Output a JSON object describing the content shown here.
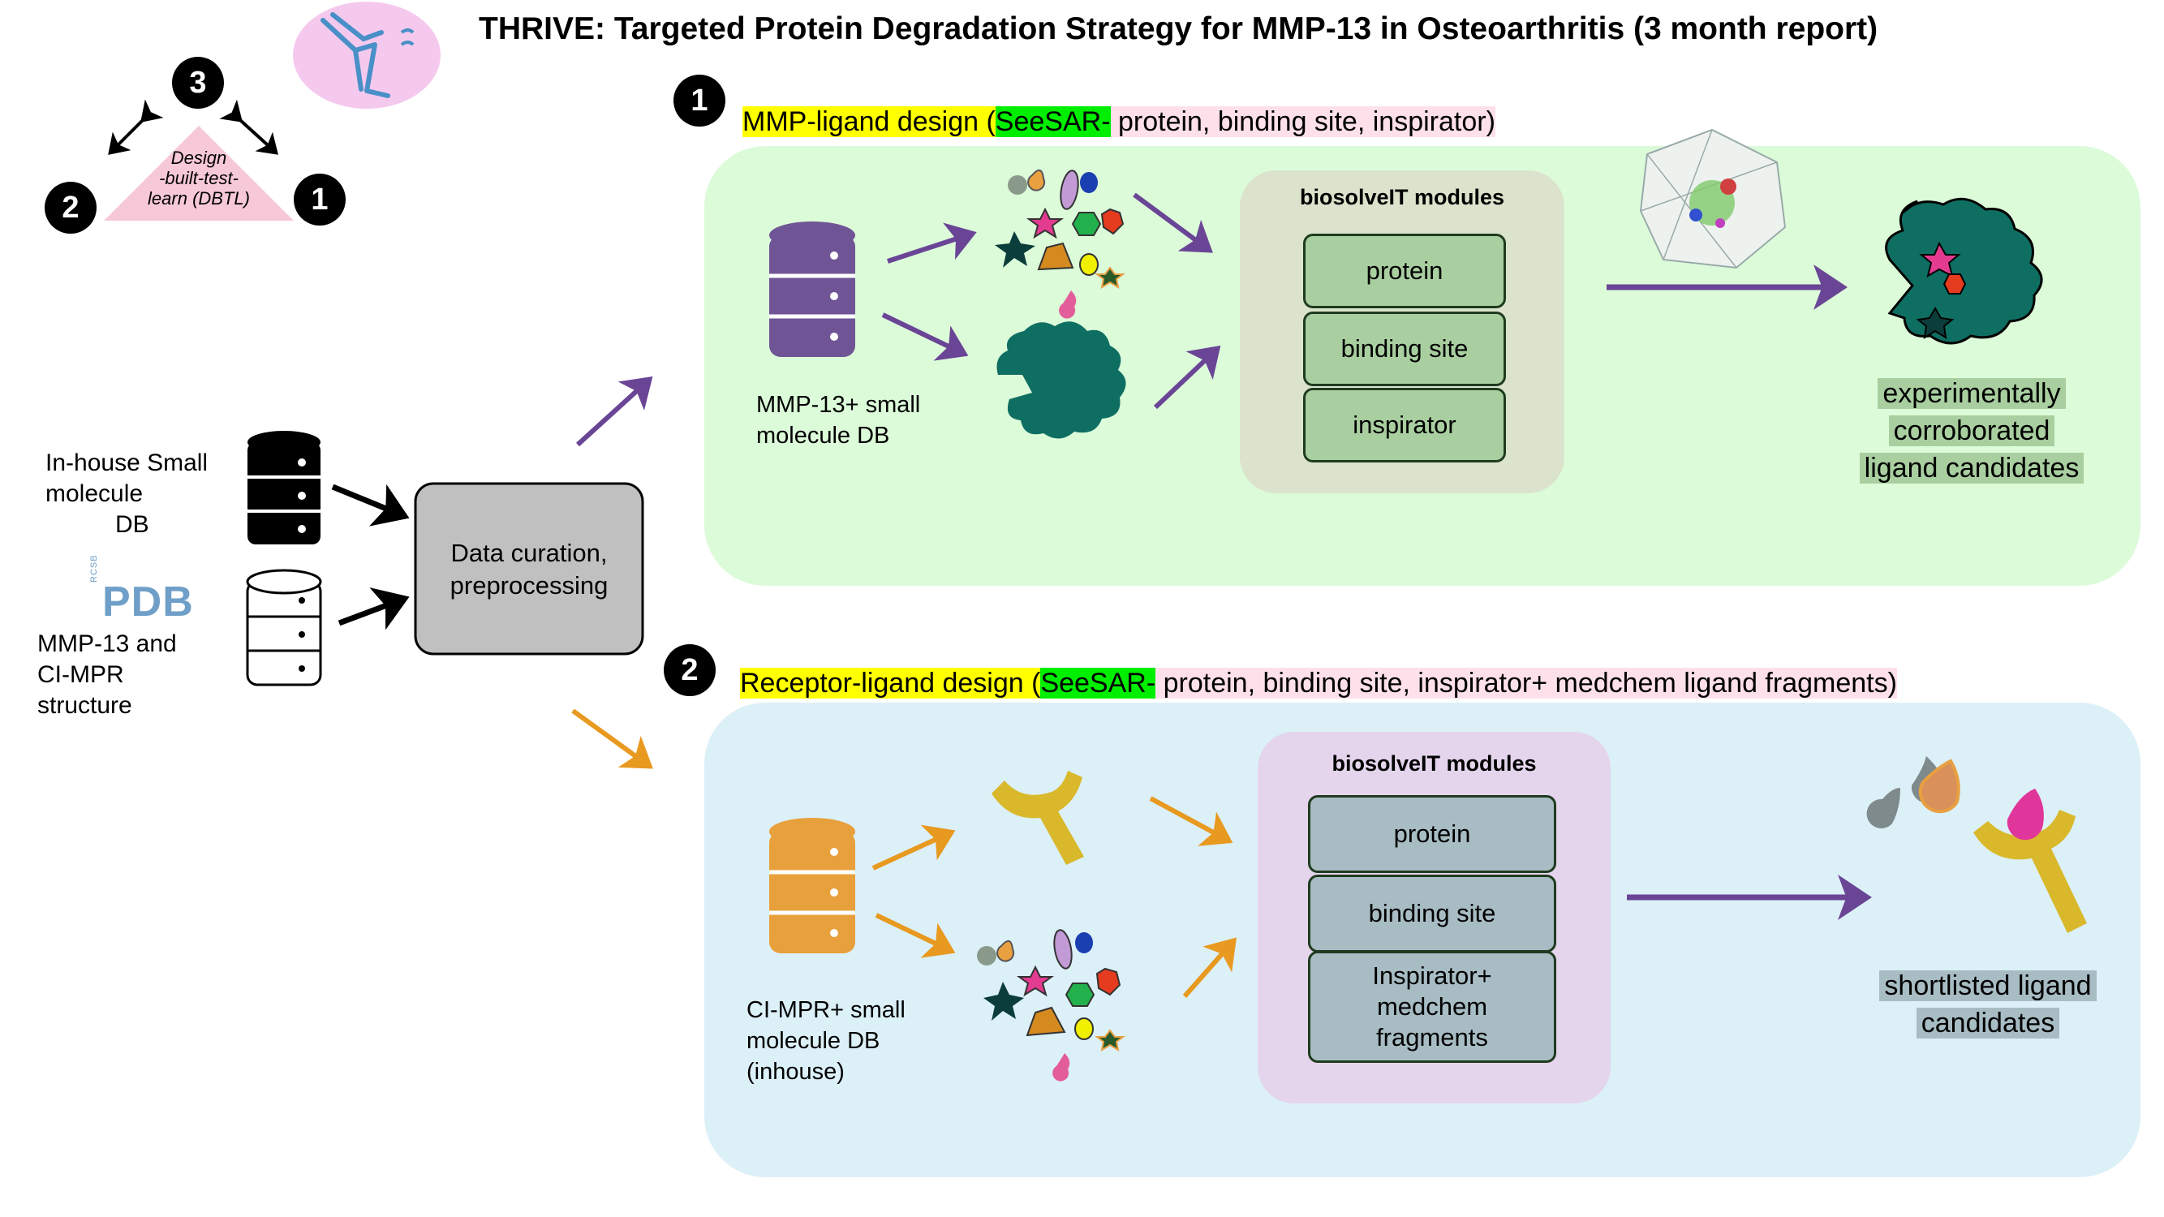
{
  "title": "THRIVE: Targeted Protein Degradation Strategy for MMP-13 in Osteoarthritis (3 month report)",
  "cycle": {
    "label": "Design -built-test-learn (DBTL)",
    "label_lines": [
      "Design",
      "-built-test-",
      "learn (DBTL)"
    ],
    "nodes": [
      "3",
      "2",
      "1"
    ]
  },
  "inputs": {
    "inhouse_db": [
      "In-house Small",
      "molecule",
      "DB"
    ],
    "pdb_logo": "PDB",
    "pdb_prefix": "RCSB",
    "pdb_structures": [
      "MMP-13 and",
      "CI-MPR",
      "structure"
    ],
    "curation": [
      "Data curation,",
      "preprocessing"
    ]
  },
  "track1": {
    "number": "1",
    "heading_pre": "MMP-ligand design (",
    "heading_tool": "SeeSAR-",
    "heading_post": " protein, binding site, inspirator)",
    "db_label": [
      "MMP-13+ small",
      "molecule DB"
    ],
    "modules_title": "biosolveIT modules",
    "modules": [
      "protein",
      "binding site",
      "inspirator"
    ],
    "result": [
      "experimentally",
      "corroborated",
      "ligand candidates"
    ]
  },
  "track2": {
    "number": "2",
    "heading_pre": "Receptor-ligand design (",
    "heading_tool": "SeeSAR-",
    "heading_post": " protein, binding site, inspirator+ medchem ligand fragments)",
    "db_label": [
      "CI-MPR+ small",
      "molecule DB",
      "(inhouse)"
    ],
    "modules_title": "biosolveIT modules",
    "modules": [
      "protein",
      "binding site",
      "Inspirator+\nmedchem\nfragments"
    ],
    "result": [
      "shortlisted ligand",
      "candidates"
    ]
  },
  "colors": {
    "panel1": "#dcfbd9",
    "panel2": "#dcf0f8",
    "modules1_bg": "#dbe3cc",
    "module1_box": "#a9cfa0",
    "modules2_bg": "#e4d5ec",
    "module2_box": "#a8bcc4",
    "purple_arrow": "#6a4596",
    "orange_arrow": "#e8991f",
    "protein_teal": "#0f6e62",
    "db_purple": "#6f5596",
    "db_orange": "#e8a03c",
    "receptor_yellow": "#d9b92b"
  }
}
